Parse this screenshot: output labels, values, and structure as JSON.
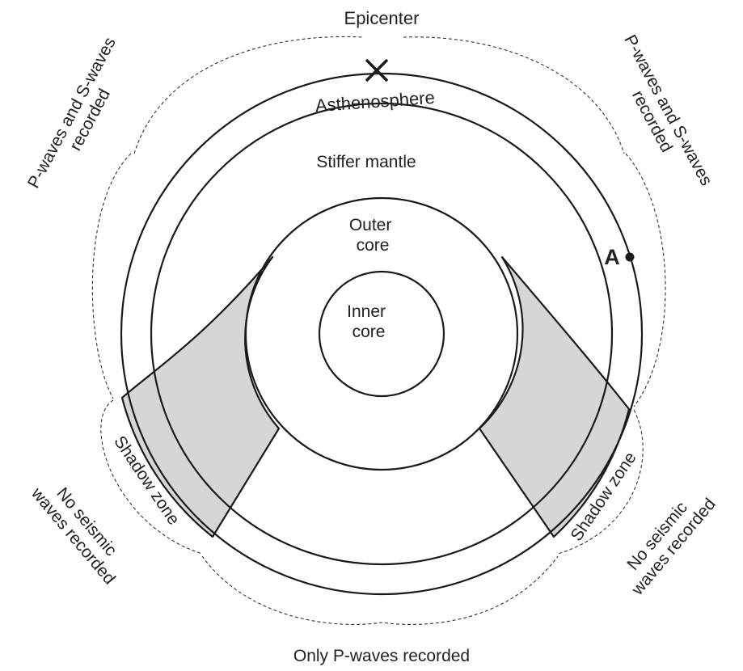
{
  "labels": {
    "epicenter": "Epicenter",
    "asthenosphere": "Asthenosphere",
    "stiffer_mantle": "Stiffer mantle",
    "outer_core": [
      "Outer",
      "core"
    ],
    "inner_core": [
      "Inner",
      "core"
    ],
    "point_a": "A",
    "pwaves_swaves": [
      "P-waves and S-waves",
      "recorded"
    ],
    "shadow_zone": "Shadow zone",
    "no_seismic": [
      "No seismic",
      "waves recorded"
    ],
    "only_p": "Only P-waves recorded"
  },
  "colors": {
    "outline": "#1a1a1a",
    "shadow_fill": "#d6d6d6",
    "text": "#222222"
  },
  "icons": {
    "epicenter_marker": "x-mark",
    "point_a_marker": "filled-dot"
  }
}
